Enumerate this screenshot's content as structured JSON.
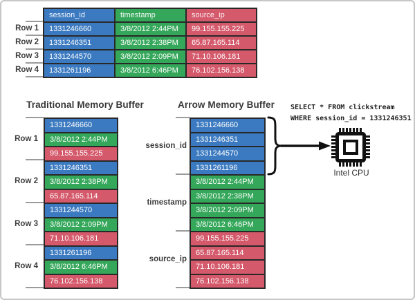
{
  "colors": {
    "blue": "#3b7ac0",
    "green": "#35a75a",
    "red": "#d4596b",
    "cell_border": "#282828",
    "tick": "#9b9b9b",
    "label_text": "#3c3c3c",
    "title_text": "#383838",
    "query_text": "#1f1f1f",
    "frame_border": "#c6c6c6"
  },
  "top_table": {
    "headers": [
      "session_id",
      "timestamp",
      "source_ip"
    ],
    "row_labels": [
      "Row 1",
      "Row 2",
      "Row 3",
      "Row 4"
    ],
    "rows": [
      [
        "1331246660",
        "3/8/2012 2:44PM",
        "99.155.155.225"
      ],
      [
        "1331246351",
        "3/8/2012 2:38PM",
        "65.87.165.114"
      ],
      [
        "1331244570",
        "3/8/2012 2:09PM",
        "71.10.106.181"
      ],
      [
        "1331261196",
        "3/8/2012 6:46PM",
        "76.102.156.138"
      ]
    ]
  },
  "traditional": {
    "title": "Traditional Memory Buffer",
    "row_labels": [
      "Row 1",
      "Row 2",
      "Row 3",
      "Row 4"
    ],
    "cells": [
      "1331246660",
      "3/8/2012 2:44PM",
      "99.155.155.225",
      "1331246351",
      "3/8/2012 2:38PM",
      "65.87.165.114",
      "1331244570",
      "3/8/2012 2:09PM",
      "71.10.106.181",
      "1331261196",
      "3/8/2012 6:46PM",
      "76.102.156.138"
    ]
  },
  "arrow": {
    "title": "Arrow Memory Buffer",
    "column_labels": [
      "session_id",
      "timestamp",
      "source_ip"
    ],
    "cells": [
      "1331246660",
      "1331246351",
      "1331244570",
      "1331261196",
      "3/8/2012 2:44PM",
      "3/8/2012 2:38PM",
      "3/8/2012 2:09PM",
      "3/8/2012 6:46PM",
      "99.155.155.225",
      "65.87.165.114",
      "71.10.106.181",
      "76.102.156.138"
    ]
  },
  "query": {
    "line1": "SELECT * FROM clickstream",
    "line2": "WHERE session_id = 1331246351"
  },
  "cpu_label": "Intel CPU"
}
